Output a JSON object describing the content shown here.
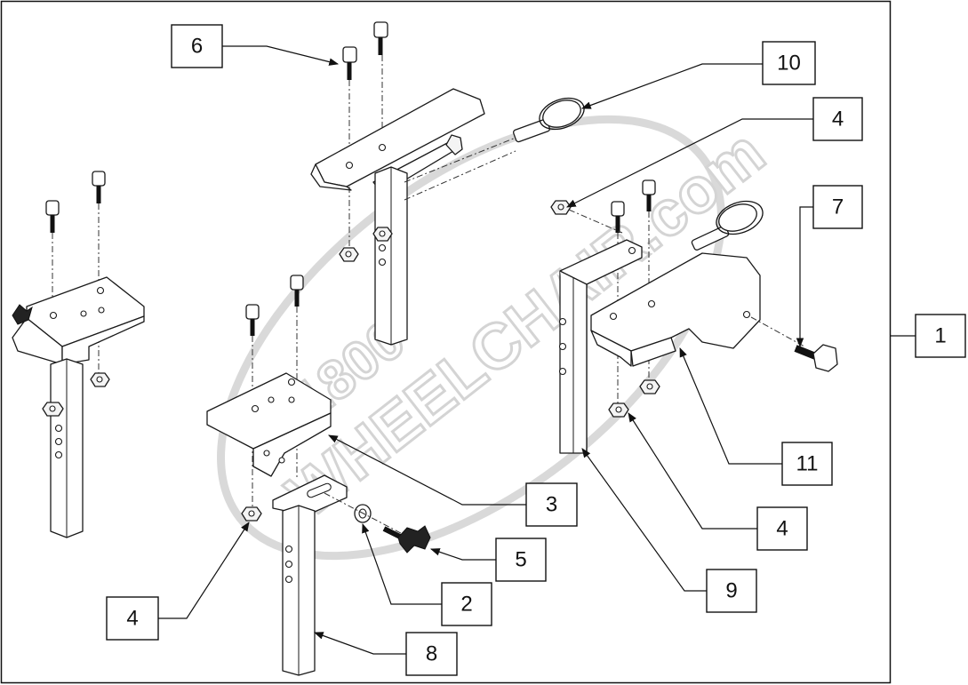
{
  "watermark": {
    "line1": "1800",
    "line2": "WHEELCHAIR.com"
  },
  "callouts": [
    {
      "id": "c6",
      "label": "6"
    },
    {
      "id": "c10",
      "label": "10"
    },
    {
      "id": "c4a",
      "label": "4"
    },
    {
      "id": "c7",
      "label": "7"
    },
    {
      "id": "c1",
      "label": "1"
    },
    {
      "id": "c11",
      "label": "11"
    },
    {
      "id": "c3",
      "label": "3"
    },
    {
      "id": "c4b",
      "label": "4"
    },
    {
      "id": "c5",
      "label": "5"
    },
    {
      "id": "c9",
      "label": "9"
    },
    {
      "id": "c2",
      "label": "2"
    },
    {
      "id": "c4c",
      "label": "4"
    },
    {
      "id": "c8",
      "label": "8"
    }
  ]
}
